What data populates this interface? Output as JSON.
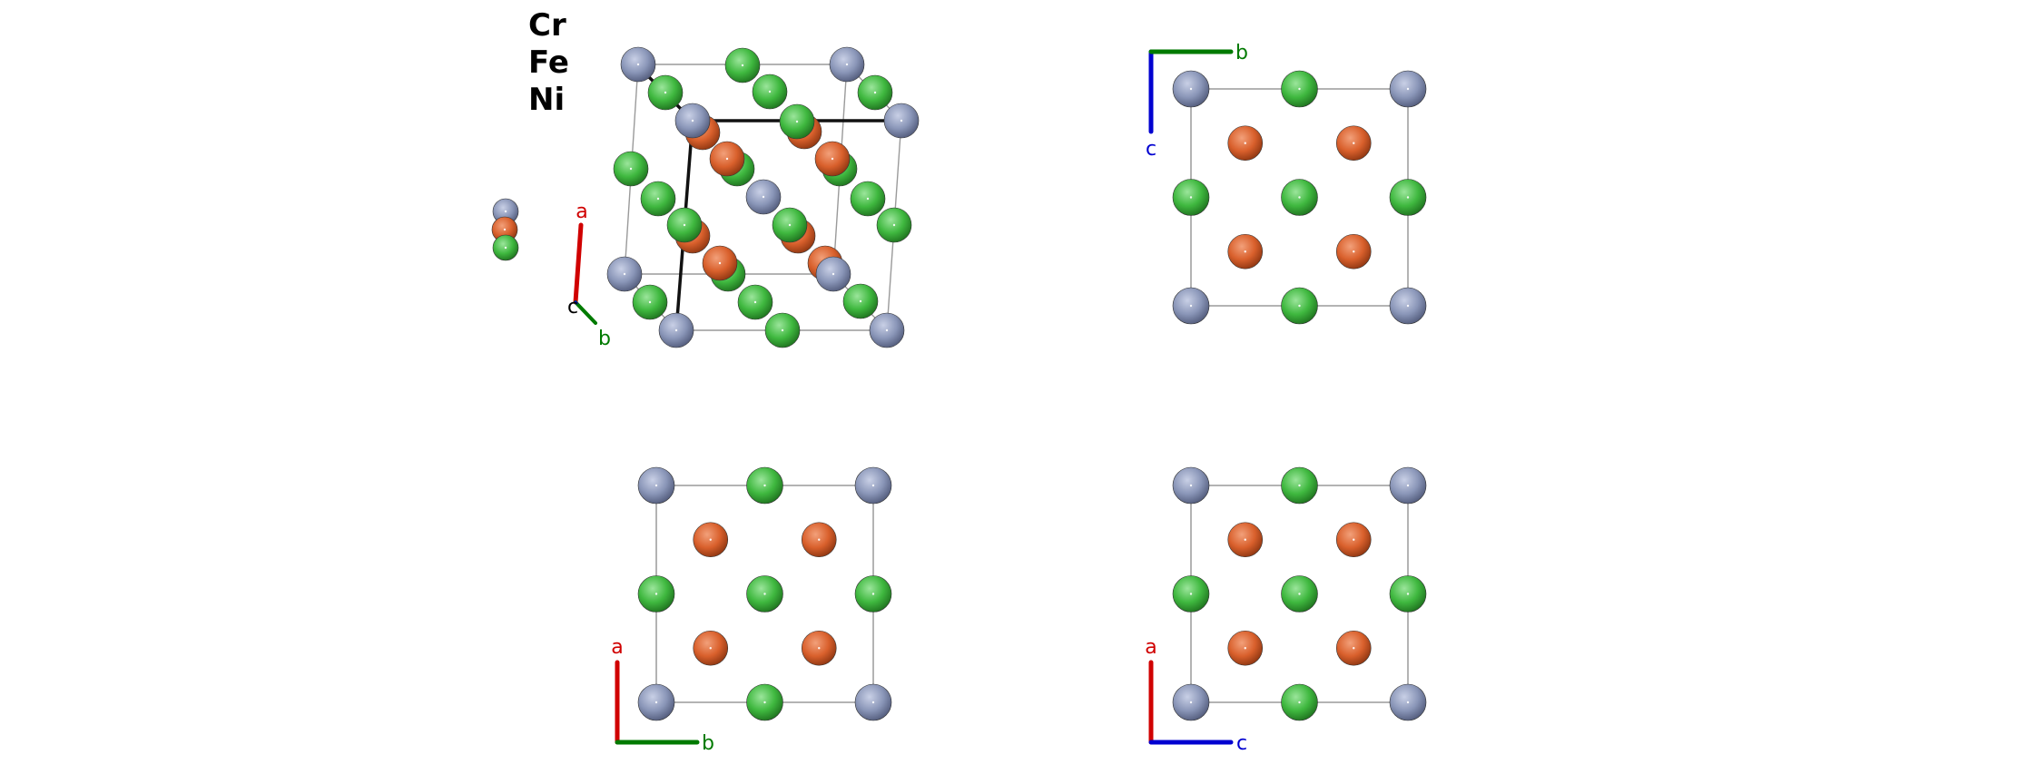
{
  "legend": {
    "elements": [
      {
        "symbol": "Cr",
        "color": "#8a96b8"
      },
      {
        "symbol": "Fe",
        "color": "#d9602c"
      },
      {
        "symbol": "Ni",
        "color": "#3fb83f"
      }
    ]
  },
  "colors": {
    "cr_atom": "#8a96b8",
    "fe_atom": "#d9602c",
    "ni_atom": "#3fb83f",
    "cell_edge": "#9a9a9a",
    "axis_a": "#d00000",
    "axis_b": "#007a00",
    "axis_c": "#0000d0"
  },
  "views": {
    "perspective": {
      "axis_labels": {
        "a": "a",
        "b": "b",
        "c": "c"
      }
    },
    "view_bc": {
      "axis_labels": {
        "horizontal": "b",
        "vertical": "c"
      }
    },
    "view_ab": {
      "axis_labels": {
        "horizontal": "b",
        "vertical": "a"
      }
    },
    "view_ac": {
      "axis_labels": {
        "horizontal": "c",
        "vertical": "a"
      }
    }
  },
  "projection_pattern": [
    [
      "Cr",
      "Ni",
      "Cr"
    ],
    [
      "",
      "Fe",
      "",
      "Fe",
      ""
    ],
    [
      "Ni",
      "Ni",
      "Ni"
    ],
    [
      "",
      "Fe",
      "",
      "Fe",
      ""
    ],
    [
      "Cr",
      "Ni",
      "Cr"
    ]
  ]
}
